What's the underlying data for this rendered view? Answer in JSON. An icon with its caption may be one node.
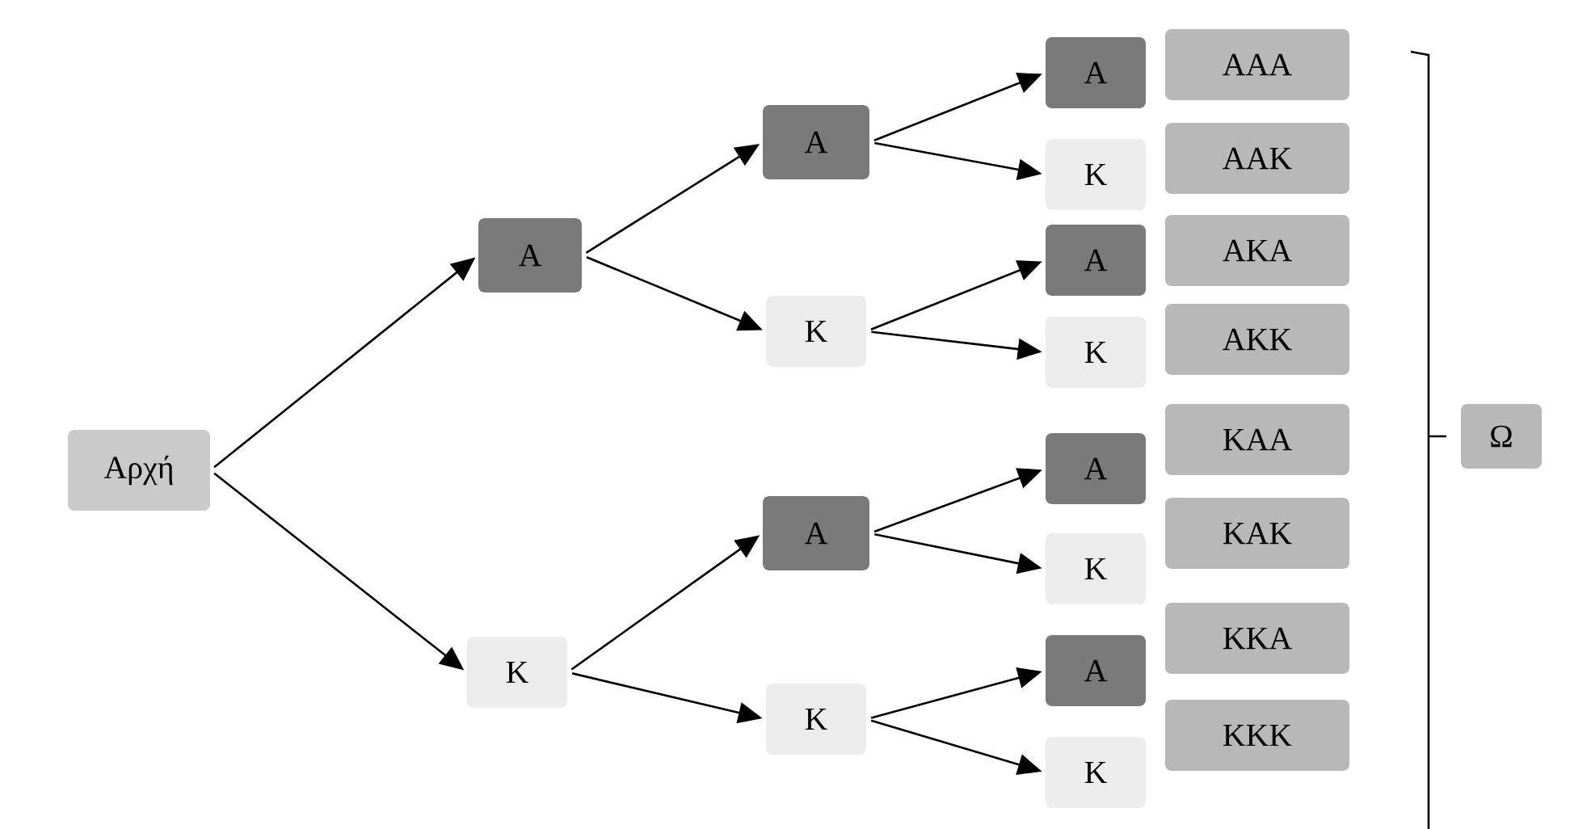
{
  "diagram": {
    "nodes": [
      {
        "text": [
          "Αρχή"
        ]
      },
      {
        "text": [
          "Α"
        ]
      },
      {
        "text": [
          "Κ"
        ]
      },
      {
        "text": [
          "Α"
        ]
      },
      {
        "text": [
          "Κ"
        ]
      },
      {
        "text": [
          "Α"
        ]
      },
      {
        "text": [
          "Κ"
        ]
      },
      {
        "text": [
          "Α"
        ]
      },
      {
        "text": [
          "Κ"
        ]
      },
      {
        "text": [
          "Α"
        ]
      },
      {
        "text": [
          "Κ"
        ]
      },
      {
        "text": [
          "Α"
        ]
      },
      {
        "text": [
          "Κ"
        ]
      },
      {
        "text": [
          "Α"
        ]
      },
      {
        "text": [
          "Κ"
        ]
      },
      {
        "text": [
          "ΑΑΑ"
        ]
      },
      {
        "text": [
          "ΑΑΚ"
        ]
      },
      {
        "text": [
          "ΑΚΑ"
        ]
      },
      {
        "text": [
          "ΑΚΚ"
        ]
      },
      {
        "text": [
          "ΚΑΑ"
        ]
      },
      {
        "text": [
          "ΚΑΚ"
        ]
      },
      {
        "text": [
          "ΚΚΑ"
        ]
      },
      {
        "text": [
          "ΚΚΚ"
        ]
      },
      {
        "text": [
          "Ω"
        ]
      }
    ],
    "edges": [
      {
        "from": 0,
        "to": 1,
        "arrow": "to"
      },
      {
        "from": 0,
        "to": 2,
        "arrow": "to"
      },
      {
        "from": 1,
        "to": 3,
        "arrow": "to"
      },
      {
        "from": 1,
        "to": 4,
        "arrow": "to"
      },
      {
        "from": 2,
        "to": 5,
        "arrow": "to"
      },
      {
        "from": 2,
        "to": 6,
        "arrow": "to"
      },
      {
        "from": 3,
        "to": 7,
        "arrow": "to"
      },
      {
        "from": 3,
        "to": 8,
        "arrow": "to"
      },
      {
        "from": 4,
        "to": 9,
        "arrow": "to"
      },
      {
        "from": 4,
        "to": 10,
        "arrow": "to"
      },
      {
        "from": 5,
        "to": 11,
        "arrow": "to"
      },
      {
        "from": 5,
        "to": 12,
        "arrow": "to"
      },
      {
        "from": 6,
        "to": 13,
        "arrow": "to"
      },
      {
        "from": 6,
        "to": 14,
        "arrow": "to"
      }
    ]
  }
}
